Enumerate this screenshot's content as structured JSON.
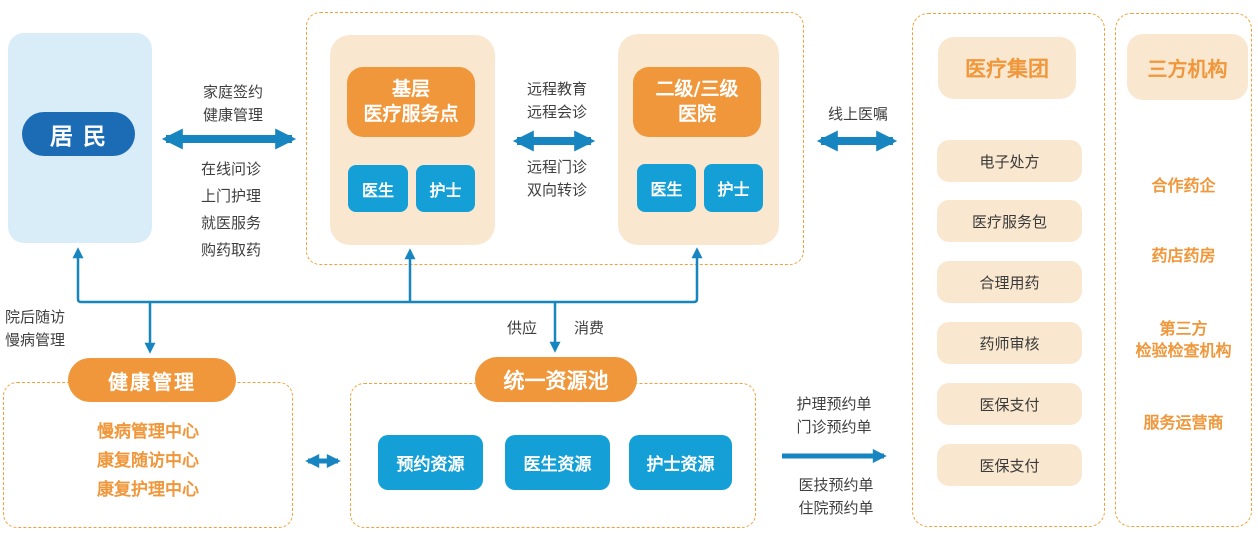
{
  "resident": {
    "label": "居 民"
  },
  "primary_care": {
    "title": "基层\n医疗服务点",
    "doctor": "医生",
    "nurse": "护士"
  },
  "hospital": {
    "title": "二级/三级\n医院",
    "doctor": "医生",
    "nurse": "护士"
  },
  "medical_group": {
    "title": "医疗集团",
    "items": [
      "电子处方",
      "医疗服务包",
      "合理用药",
      "药师审核",
      "医保支付",
      "医保支付"
    ]
  },
  "third_party": {
    "title": "三方机构",
    "items": [
      "合作药企",
      "药店药房",
      "第三方\n检验检查机构",
      "服务运营商"
    ]
  },
  "health_mgmt": {
    "title": "健康管理",
    "items": [
      "慢病管理中心",
      "康复随访中心",
      "康复护理中心"
    ]
  },
  "resource_pool": {
    "title": "统一资源池",
    "items": [
      "预约资源",
      "医生资源",
      "护士资源"
    ]
  },
  "edge_labels": {
    "resident_primary_top": "家庭签约\n健康管理",
    "resident_primary_bottom": "在线问诊\n上门护理\n就医服务\n购药取药",
    "primary_hospital_top": "远程教育\n远程会诊",
    "primary_hospital_bottom": "远程门诊\n双向转诊",
    "hospital_group": "线上医嘱",
    "post_discharge": "院后随访\n慢病管理",
    "supply": "供应",
    "consume": "消费",
    "pool_orders_top": "护理预约单\n门诊预约单",
    "pool_orders_bottom": "医技预约单\n住院预约单"
  },
  "colors": {
    "orange": "#F0973B",
    "beige": "#F9E8CF",
    "dashed_border": "#F2A03C",
    "dark_blue": "#1B6CB5",
    "light_blue_panel": "#D9EDF9",
    "cyan_box": "#14A0D6",
    "arrow_blue": "#1786C0",
    "label_gray": "#3F3F3F"
  }
}
